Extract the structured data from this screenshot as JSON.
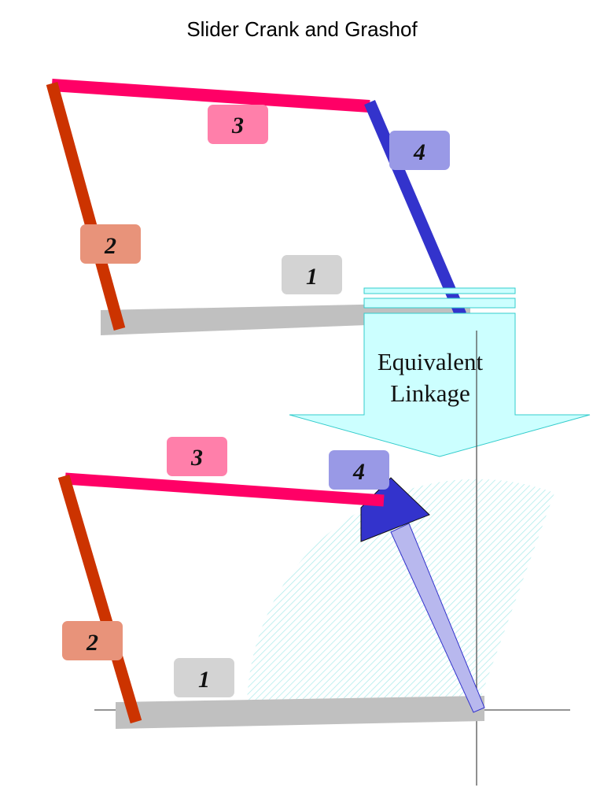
{
  "title": "Slider Crank and Grashof",
  "arrow_text": [
    "Equivalent",
    "Linkage"
  ],
  "links": {
    "l1": {
      "label": "1",
      "color": "#c0c0c0",
      "label_bg": "#d3d3d3"
    },
    "l2": {
      "label": "2",
      "color": "#cc3300",
      "label_bg": "#e8937a"
    },
    "l3": {
      "label": "3",
      "color": "#ff0066",
      "label_bg": "#ff7faa"
    },
    "l4": {
      "label": "4",
      "color": "#3333cc",
      "label_bg": "#9999e6"
    }
  },
  "arrow_color": "#ccffff",
  "arrow_stroke": "#33cccc"
}
